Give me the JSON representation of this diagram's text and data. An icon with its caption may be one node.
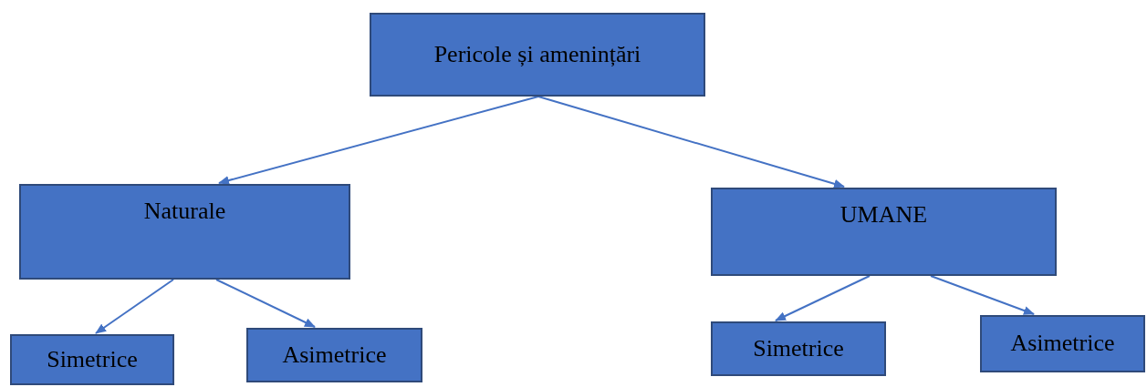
{
  "diagram": {
    "nodes": [
      {
        "text": [
          "Pericole și amenințări"
        ]
      },
      {
        "text": [
          "Naturale"
        ]
      },
      {
        "text": [
          "UMANE"
        ]
      },
      {
        "text": [
          "Simetrice"
        ]
      },
      {
        "text": [
          "Asimetrice"
        ]
      },
      {
        "text": [
          "Simetrice"
        ]
      },
      {
        "text": [
          "Asimetrice"
        ]
      }
    ],
    "edges": [
      {
        "from": 0,
        "to": 1,
        "arrow": "to"
      },
      {
        "from": 0,
        "to": 2,
        "arrow": "to"
      },
      {
        "from": 1,
        "to": 3,
        "arrow": "to"
      },
      {
        "from": 1,
        "to": 4,
        "arrow": "to"
      },
      {
        "from": 2,
        "to": 5,
        "arrow": "to"
      },
      {
        "from": 2,
        "to": 6,
        "arrow": "to"
      }
    ]
  }
}
